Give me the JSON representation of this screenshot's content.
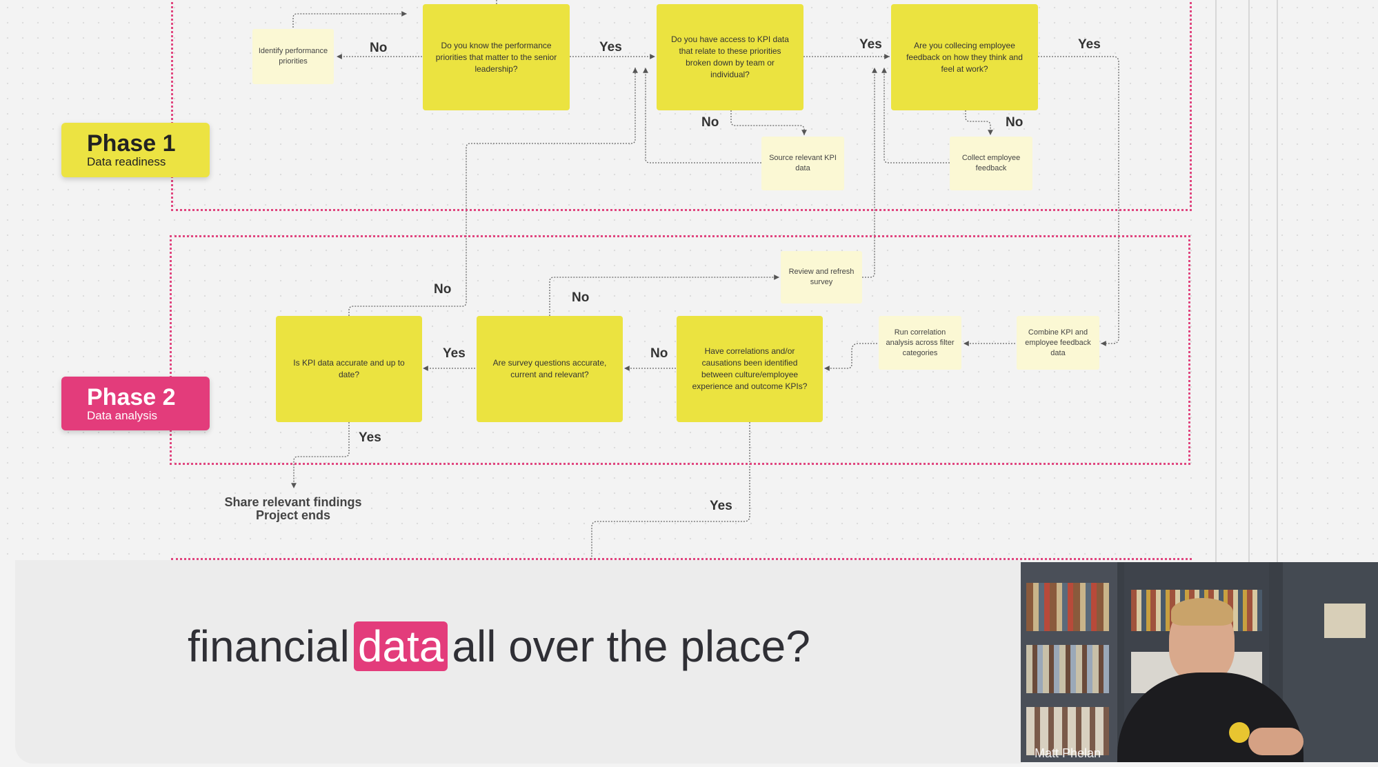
{
  "phases": [
    {
      "title": "Phase 1",
      "subtitle": "Data readiness",
      "color": "#ece342"
    },
    {
      "title": "Phase 2",
      "subtitle": "Data analysis",
      "color": "#e33c7b"
    }
  ],
  "questions": {
    "know_priorities": "Do you know the performance priorities that matter to the senior leadership?",
    "kpi_access": "Do you have access to KPI data that relate to these priorities broken down by team or individual?",
    "collect_feedback": "Are you collecing employee feedback on how they think and feel at work?",
    "kpi_accurate": "Is KPI data accurate and up to date?",
    "survey_accurate": "Are survey questions accurate, current and relevant?",
    "correlations": "Have correlations and/or causations been identified between culture/employee experience and outcome KPIs?"
  },
  "actions": {
    "identify_priorities": "Identify performance priorities",
    "source_kpi": "Source relevant KPI data",
    "collect_feedback": "Collect employee feedback",
    "review_survey": "Review and refresh survey",
    "run_correlation": "Run correlation analysis across filter categories",
    "combine_data": "Combine KPI and employee feedback data"
  },
  "labels": {
    "yes": "Yes",
    "no": "No"
  },
  "end_text": {
    "line1": "Share relevant findings",
    "line2": "Project ends"
  },
  "caption": {
    "before": "financial",
    "highlight": "data",
    "after": "all over the place?"
  },
  "video": {
    "participant_name": "Matt Phelan"
  },
  "colors": {
    "phase_border": "#e0457e",
    "question_box": "#ebe340",
    "action_box": "#fbf8d4",
    "highlight": "#e33c7b"
  }
}
